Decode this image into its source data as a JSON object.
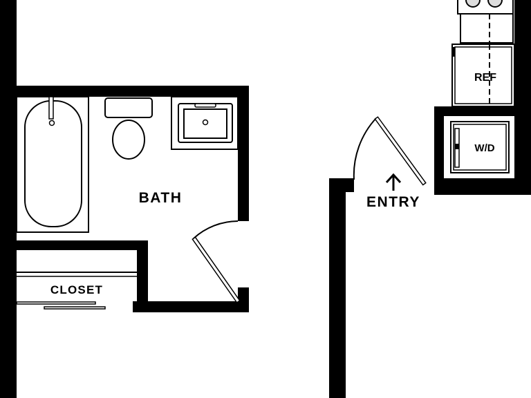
{
  "rooms": {
    "bath": "BATH",
    "closet": "CLOSET",
    "entry": "ENTRY"
  },
  "fixtures": {
    "refrigerator": "REF",
    "washer_dryer": "W/D"
  },
  "colors": {
    "wall": "#000000",
    "background": "#ffffff",
    "fixture_fill": "#ffffff"
  }
}
